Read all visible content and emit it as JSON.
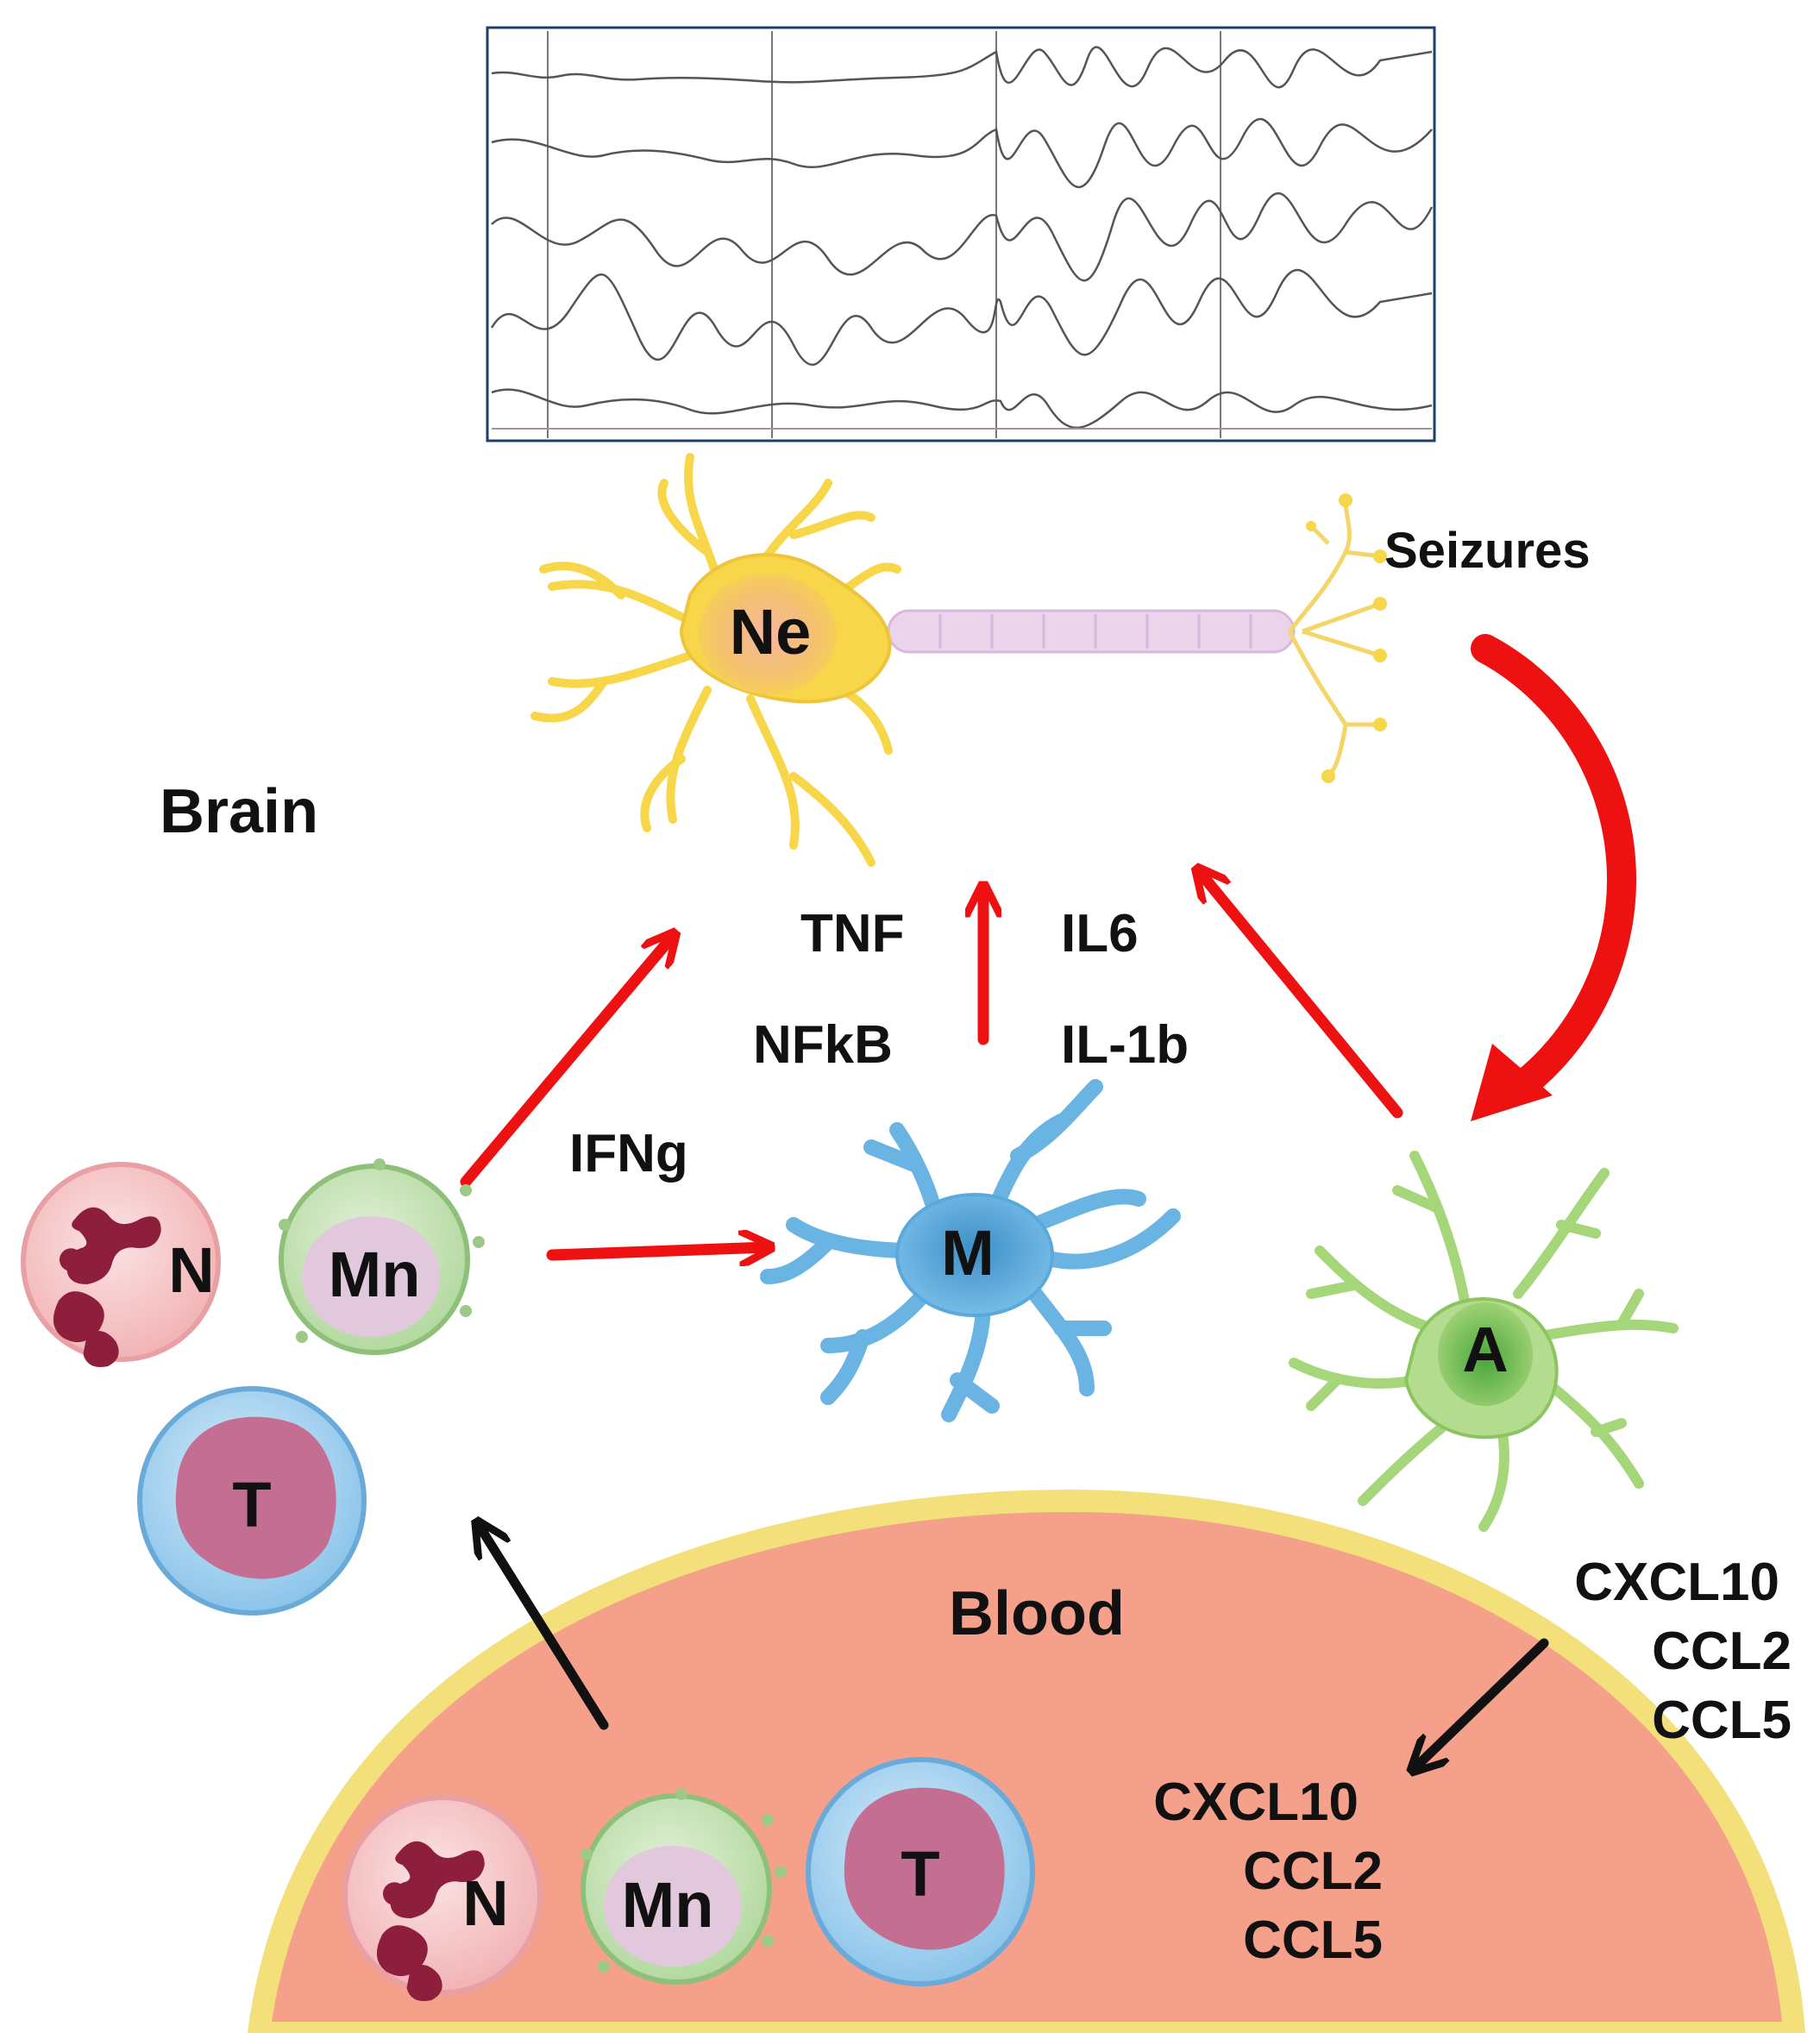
{
  "labels": {
    "neuron": "Ne",
    "microglia": "M",
    "astrocyte": "A",
    "seizures": "Seizures",
    "brain": "Brain",
    "blood": "Blood",
    "tnf": "TNF",
    "nfkb": "NFkB",
    "il6": "IL6",
    "il1b": "IL-1b",
    "ifng": "IFNg"
  },
  "brain_cells": {
    "neutrophil": "N",
    "monocyte": "Mn",
    "tcell": "T"
  },
  "blood_cells": {
    "neutrophil": "N",
    "monocyte": "Mn",
    "tcell": "T"
  },
  "chemokines_brain": [
    "CXCL10",
    "CCL2",
    "CCL5"
  ],
  "chemokines_blood": [
    "CXCL10",
    "CCL2",
    "CCL5"
  ],
  "colors": {
    "arrow_red": "#ee1111",
    "arrow_black": "#111111",
    "neuron": "#f7d64a",
    "microglia": "#5aa9dc",
    "astrocyte": "#9ccc6a",
    "blood": "#f4a08a",
    "vessel_wall": "#f3e07a",
    "eeg_frame": "#1f3f6a"
  }
}
